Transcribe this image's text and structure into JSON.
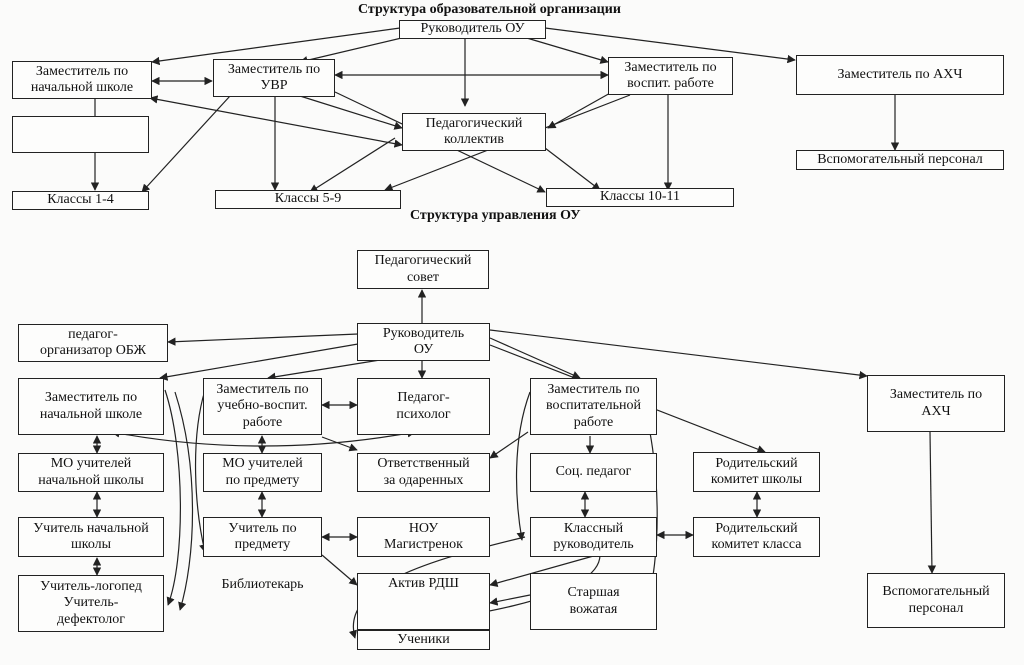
{
  "top_title": "Структура образовательной организации",
  "bottom_title": "Структура управления ОУ",
  "top": {
    "head": "Руководитель ОУ",
    "dep_primary": "Заместитель по\nначальной школе",
    "dep_uvr": "Заместитель по\nУВР",
    "dep_vospit": "Заместитель по\nвоспит. работе",
    "dep_ahch": "Заместитель по АХЧ",
    "blank_box": "",
    "ped_collective": "Педагогический\nколлектив",
    "classes_1_4": "Классы 1-4",
    "classes_5_9": "Классы 5-9",
    "classes_10_11": "Классы 10-11",
    "support_staff": "Вспомогательный персонал"
  },
  "bottom": {
    "ped_council": "Педагогический\nсовет",
    "head": "Руководитель\nОУ",
    "obzh": "педагог-\nорганизатор ОБЖ",
    "dep_primary": "Заместитель по\nначальной школе",
    "dep_educ": "Заместитель по\nучебно-воспит.\nработе",
    "psychologist": "Педагог-\nпсихолог",
    "dep_vospit": "Заместитель по\nвоспитательной\nработе",
    "dep_ahch": "Заместитель по\nАХЧ",
    "mo_primary": "МО учителей\nначальной школы",
    "mo_subject": "МО учителей\nпо предмету",
    "gifted": "Ответственный\nза одаренных",
    "social_ped": "Соц. педагог",
    "parent_school": "Родительский\nкомитет школы",
    "teacher_primary": "Учитель начальной\nшколы",
    "teacher_subject": "Учитель по\nпредмету",
    "nou": "НОУ\nМагистренок",
    "class_teacher": "Классный\nруководитель",
    "parent_class": "Родительский\nкомитет класса",
    "speech": "Учитель-логопед\nУчитель-\nдефектолог",
    "librarian": "Библиотекарь",
    "rdsh": "Актив РДШ",
    "senior_leader": "Старшая\nвожатая",
    "students": "Ученики",
    "support_staff": "Вспомогательный\nперсонал"
  }
}
